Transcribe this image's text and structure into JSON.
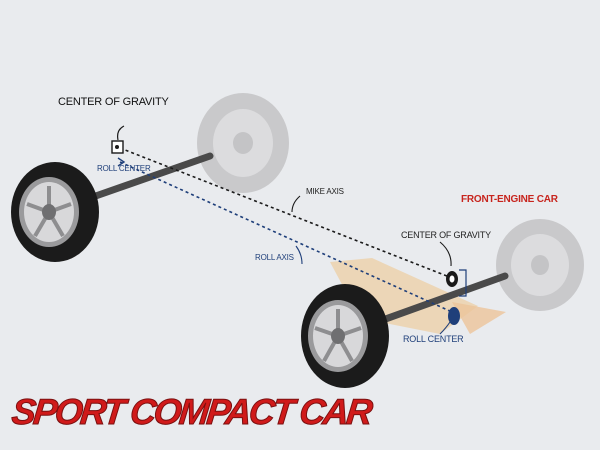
{
  "labels": {
    "center_of_gravity_rear": "CENTER OF GRAVITY",
    "roll_center_rear": "ROLL CENTER",
    "mike_axis": "MIKE AXIS",
    "roll_axis": "ROLL AXIS",
    "front_engine_car": "FRONT-ENGINE CAR",
    "center_of_gravity_front": "CENTER OF GRAVITY",
    "roll_center_front": "ROLL CENTER"
  },
  "logo": {
    "text": "SPORT COMPACT CAR"
  },
  "colors": {
    "background": "#e9ebee",
    "accent_red": "#c7241d",
    "axis_blue": "#1f3f7a",
    "tire": "#1b1b1b",
    "ghost_wheel": "#c9c9cb",
    "engine_shadow": "#e7c9a2"
  }
}
